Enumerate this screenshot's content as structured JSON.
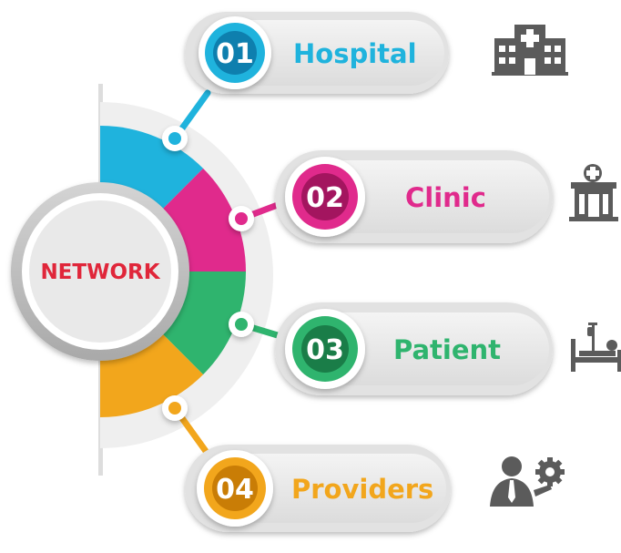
{
  "center": {
    "label": "NETWORK",
    "color": "#e0263a"
  },
  "items": [
    {
      "number": "01",
      "label": "Hospital",
      "color": "#1fb3dd",
      "dark": "#0e7fae",
      "icon": "hospital-icon"
    },
    {
      "number": "02",
      "label": "Clinic",
      "color": "#e02a8c",
      "dark": "#a3155f",
      "icon": "clinic-icon"
    },
    {
      "number": "03",
      "label": "Patient",
      "color": "#2fb46e",
      "dark": "#1a7d48",
      "icon": "patient-bed-icon"
    },
    {
      "number": "04",
      "label": "Providers",
      "color": "#f2a61c",
      "dark": "#c97d06",
      "icon": "provider-gear-icon"
    }
  ],
  "icon_color": "#5b5b5b"
}
